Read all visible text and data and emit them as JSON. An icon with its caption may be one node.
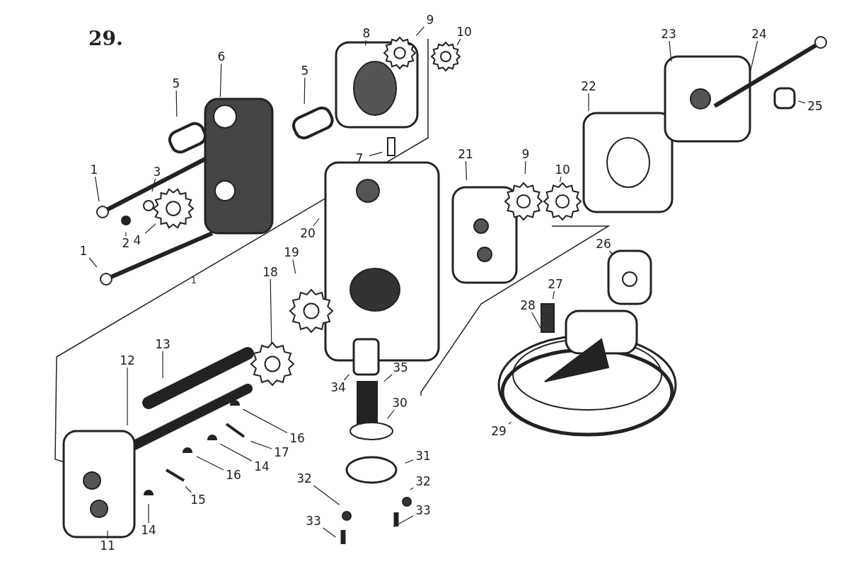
{
  "diagram": {
    "nodes": [
      {
        "text": [
          "8"
        ]
      },
      {
        "text": [
          "9"
        ]
      },
      {
        "text": [
          "10"
        ]
      },
      {
        "text": [
          "23"
        ]
      },
      {
        "text": [
          "24"
        ]
      },
      {
        "text": [
          "6"
        ]
      },
      {
        "text": [
          "5"
        ]
      },
      {
        "text": [
          "5"
        ]
      },
      {
        "text": [
          "22"
        ]
      },
      {
        "text": [
          "25"
        ]
      },
      {
        "text": [
          "7"
        ]
      },
      {
        "text": [
          "21"
        ]
      },
      {
        "text": [
          "9"
        ]
      },
      {
        "text": [
          "10"
        ]
      },
      {
        "text": [
          "1"
        ]
      },
      {
        "text": [
          "3"
        ]
      },
      {
        "text": [
          "4"
        ]
      },
      {
        "text": [
          "20"
        ]
      },
      {
        "text": [
          "2"
        ]
      },
      {
        "text": [
          "26"
        ]
      },
      {
        "text": [
          "19"
        ]
      },
      {
        "text": [
          "1"
        ]
      },
      {
        "text": [
          "18"
        ]
      },
      {
        "text": [
          "27"
        ]
      },
      {
        "text": [
          "28"
        ]
      },
      {
        "text": [
          "13"
        ]
      },
      {
        "text": [
          "12"
        ]
      },
      {
        "text": [
          "34"
        ]
      },
      {
        "text": [
          "35"
        ]
      },
      {
        "text": [
          "30"
        ]
      },
      {
        "text": [
          "29"
        ]
      },
      {
        "text": [
          "16"
        ]
      },
      {
        "text": [
          "17"
        ]
      },
      {
        "text": [
          "14"
        ]
      },
      {
        "text": [
          "31"
        ]
      },
      {
        "text": [
          "16"
        ]
      },
      {
        "text": [
          "32"
        ]
      },
      {
        "text": [
          "32"
        ]
      },
      {
        "text": [
          "15"
        ]
      },
      {
        "text": [
          "33"
        ]
      },
      {
        "text": [
          "33"
        ]
      },
      {
        "text": [
          "14"
        ]
      },
      {
        "text": [
          "11"
        ]
      }
    ],
    "edges": [
      {
        "from": 0,
        "to": null,
        "arrow": "none"
      },
      {
        "from": 1,
        "to": null,
        "arrow": "none"
      },
      {
        "from": 2,
        "to": null,
        "arrow": "none"
      },
      {
        "from": 3,
        "to": null,
        "arrow": "none"
      },
      {
        "from": 4,
        "to": null,
        "arrow": "none"
      },
      {
        "from": 5,
        "to": null,
        "arrow": "none"
      },
      {
        "from": 6,
        "to": null,
        "arrow": "none"
      },
      {
        "from": 7,
        "to": null,
        "arrow": "none"
      },
      {
        "from": 8,
        "to": null,
        "arrow": "none"
      },
      {
        "from": 9,
        "to": null,
        "arrow": "none"
      },
      {
        "from": 10,
        "to": null,
        "arrow": "none"
      },
      {
        "from": 11,
        "to": null,
        "arrow": "none"
      },
      {
        "from": 12,
        "to": null,
        "arrow": "none"
      },
      {
        "from": 13,
        "to": null,
        "arrow": "none"
      },
      {
        "from": 14,
        "to": null,
        "arrow": "none"
      },
      {
        "from": 15,
        "to": null,
        "arrow": "none"
      },
      {
        "from": 16,
        "to": null,
        "arrow": "none"
      },
      {
        "from": 17,
        "to": null,
        "arrow": "none"
      },
      {
        "from": 18,
        "to": null,
        "arrow": "none"
      },
      {
        "from": 19,
        "to": null,
        "arrow": "none"
      },
      {
        "from": 20,
        "to": null,
        "arrow": "none"
      },
      {
        "from": 21,
        "to": null,
        "arrow": "none"
      },
      {
        "from": 22,
        "to": null,
        "arrow": "none"
      },
      {
        "from": 23,
        "to": null,
        "arrow": "none"
      },
      {
        "from": 24,
        "to": null,
        "arrow": "none"
      },
      {
        "from": 25,
        "to": null,
        "arrow": "none"
      },
      {
        "from": 26,
        "to": null,
        "arrow": "none"
      },
      {
        "from": 27,
        "to": null,
        "arrow": "none"
      },
      {
        "from": 28,
        "to": null,
        "arrow": "none"
      },
      {
        "from": 29,
        "to": null,
        "arrow": "none"
      },
      {
        "from": 30,
        "to": null,
        "arrow": "none"
      },
      {
        "from": 31,
        "to": null,
        "arrow": "none"
      },
      {
        "from": 32,
        "to": null,
        "arrow": "none"
      },
      {
        "from": 33,
        "to": null,
        "arrow": "none"
      },
      {
        "from": 34,
        "to": null,
        "arrow": "none"
      },
      {
        "from": 35,
        "to": null,
        "arrow": "none"
      },
      {
        "from": 36,
        "to": null,
        "arrow": "none"
      },
      {
        "from": 37,
        "to": null,
        "arrow": "none"
      },
      {
        "from": 38,
        "to": null,
        "arrow": "none"
      },
      {
        "from": 39,
        "to": null,
        "arrow": "none"
      },
      {
        "from": 40,
        "to": null,
        "arrow": "none"
      },
      {
        "from": 41,
        "to": null,
        "arrow": "none"
      },
      {
        "from": 42,
        "to": null,
        "arrow": "none"
      }
    ],
    "labels": [
      "29.",
      "1"
    ]
  }
}
